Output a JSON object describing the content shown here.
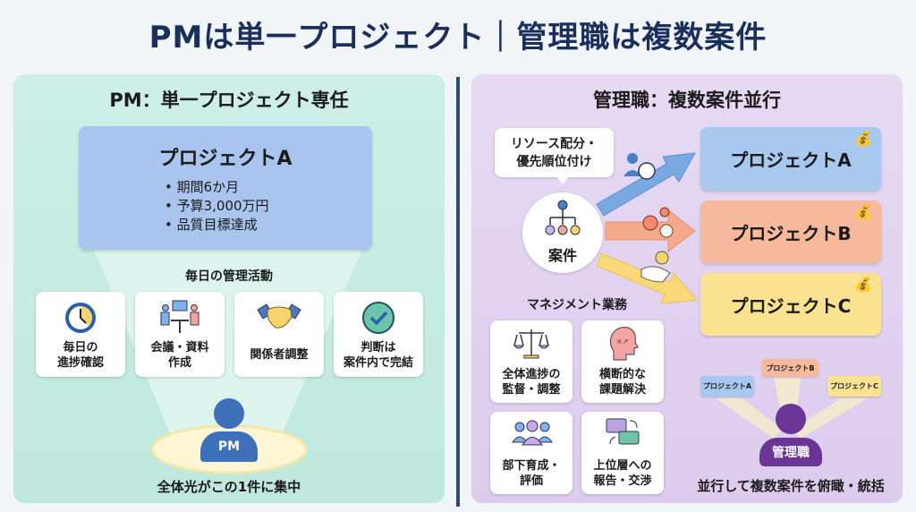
{
  "title": "PMは単一プロジェクト｜管理職は複数案件",
  "left": {
    "heading": "PM：単一プロジェクト専任",
    "project": {
      "name": "プロジェクトA",
      "bullets": [
        "• 期間6か月",
        "• 予算3,000万円",
        "• 品質目標達成"
      ]
    },
    "activities_heading": "毎日の管理活動",
    "activities": [
      {
        "icon": "clock-icon",
        "lines": [
          "毎日の",
          "進捗確認"
        ]
      },
      {
        "icon": "meeting-icon",
        "lines": [
          "会議・資料",
          "作成"
        ]
      },
      {
        "icon": "handshake-icon",
        "lines": [
          "関係者調整",
          ""
        ]
      },
      {
        "icon": "check-circle-icon",
        "lines": [
          "判断は",
          "案件内で完結"
        ]
      }
    ],
    "person_label": "PM",
    "caption": "全体光がこの1件に集中"
  },
  "right": {
    "heading": "管理職：複数案件並行",
    "bubble": [
      "リソース配分・",
      "優先順位付け"
    ],
    "hub_label": "案件",
    "projects": [
      {
        "name": "プロジェクトA",
        "color": "#a9c8ef"
      },
      {
        "name": "プロジェクトB",
        "color": "#f6b99b"
      },
      {
        "name": "プロジェクトC",
        "color": "#fbe290"
      }
    ],
    "mgmt_heading": "マネジメント業務",
    "tasks": [
      {
        "icon": "scale-icon",
        "lines": [
          "全体進捗の",
          "監督・調整"
        ]
      },
      {
        "icon": "head-strategy-icon",
        "lines": [
          "横断的な",
          "課題解決"
        ]
      },
      {
        "icon": "team-icon",
        "lines": [
          "部下育成・",
          "評価"
        ]
      },
      {
        "icon": "chat-icon",
        "lines": [
          "上位層への",
          "報告・交渉"
        ]
      }
    ],
    "tags": [
      "プロジェクトA",
      "プロジェクトB",
      "プロジェクトC"
    ],
    "person_label": "管理職",
    "caption": "並行して複数案件を俯瞰・統括"
  }
}
